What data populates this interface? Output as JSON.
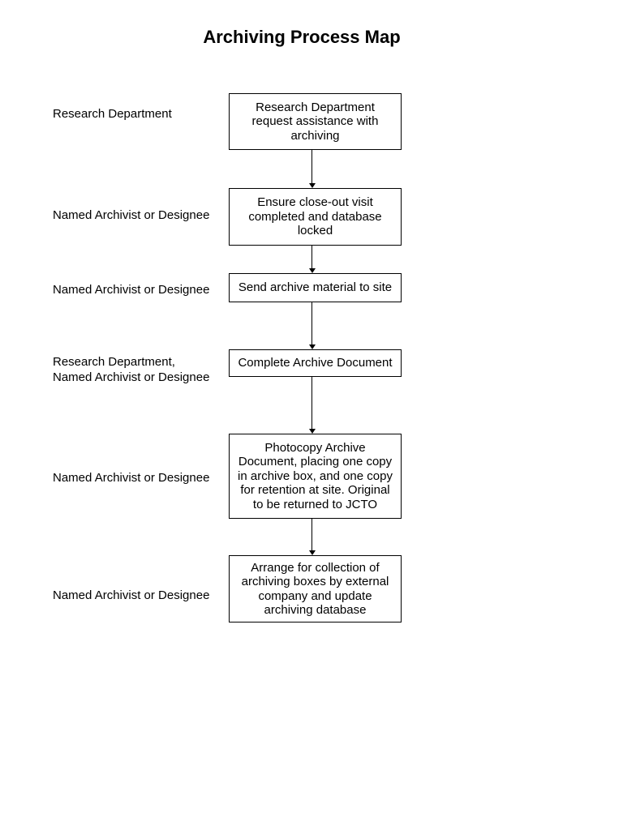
{
  "page": {
    "title": "Archiving Process Map"
  },
  "diagram": {
    "type": "flowchart",
    "direction": "top-down",
    "steps": [
      {
        "actor": "Research Department",
        "action": "Research Department\nrequest assistance with\narchiving"
      },
      {
        "actor": "Named Archivist or Designee",
        "action": "Ensure close-out visit\ncompleted and database\nlocked"
      },
      {
        "actor": "Named Archivist or Designee",
        "action": "Send archive material to site"
      },
      {
        "actor": "Research Department,\nNamed Archivist or Designee",
        "action": "Complete Archive Document"
      },
      {
        "actor": "Named Archivist or Designee",
        "action": "Photocopy Archive\nDocument, placing one copy\nin archive box, and one copy\nfor retention at site. Original\nto be returned to JCTO"
      },
      {
        "actor": "Named Archivist or Designee",
        "action": "Arrange for collection of\narchiving boxes by external\ncompany and update\narchiving database"
      }
    ],
    "connectors": [
      {
        "from": 0,
        "to": 1
      },
      {
        "from": 1,
        "to": 2
      },
      {
        "from": 2,
        "to": 3
      },
      {
        "from": 3,
        "to": 4
      },
      {
        "from": 4,
        "to": 5
      }
    ],
    "colors": {
      "background": "#ffffff",
      "text": "#000000",
      "box_border": "#000000",
      "arrow": "#000000"
    }
  }
}
